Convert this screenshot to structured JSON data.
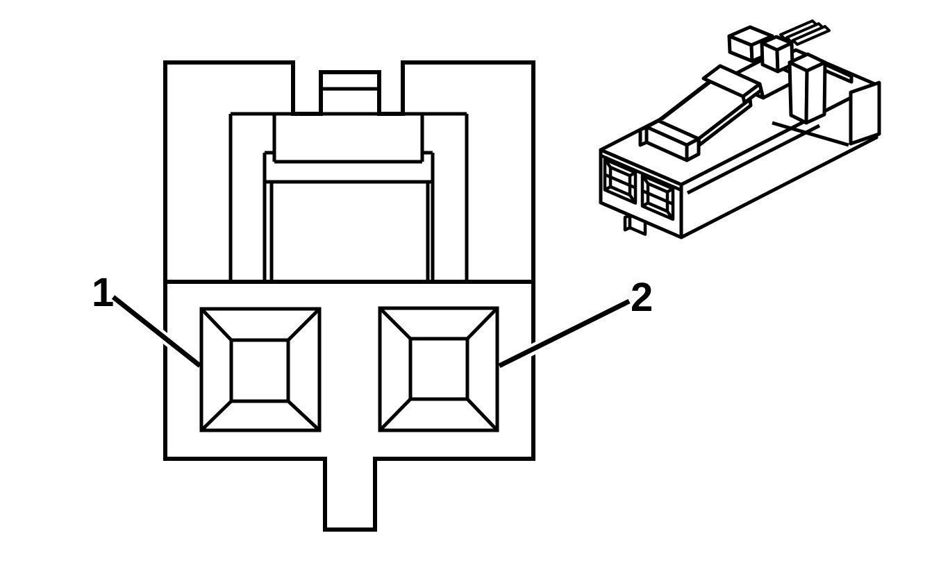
{
  "diagram": {
    "description": "Two-way electrical connector: front cavity view with numbered terminal callouts and isometric housing view",
    "callouts": [
      {
        "label": "1",
        "points_to": "terminal-cavity-1"
      },
      {
        "label": "2",
        "points_to": "terminal-cavity-2"
      }
    ],
    "colors": {
      "line": "#000000",
      "background": "#ffffff"
    }
  }
}
